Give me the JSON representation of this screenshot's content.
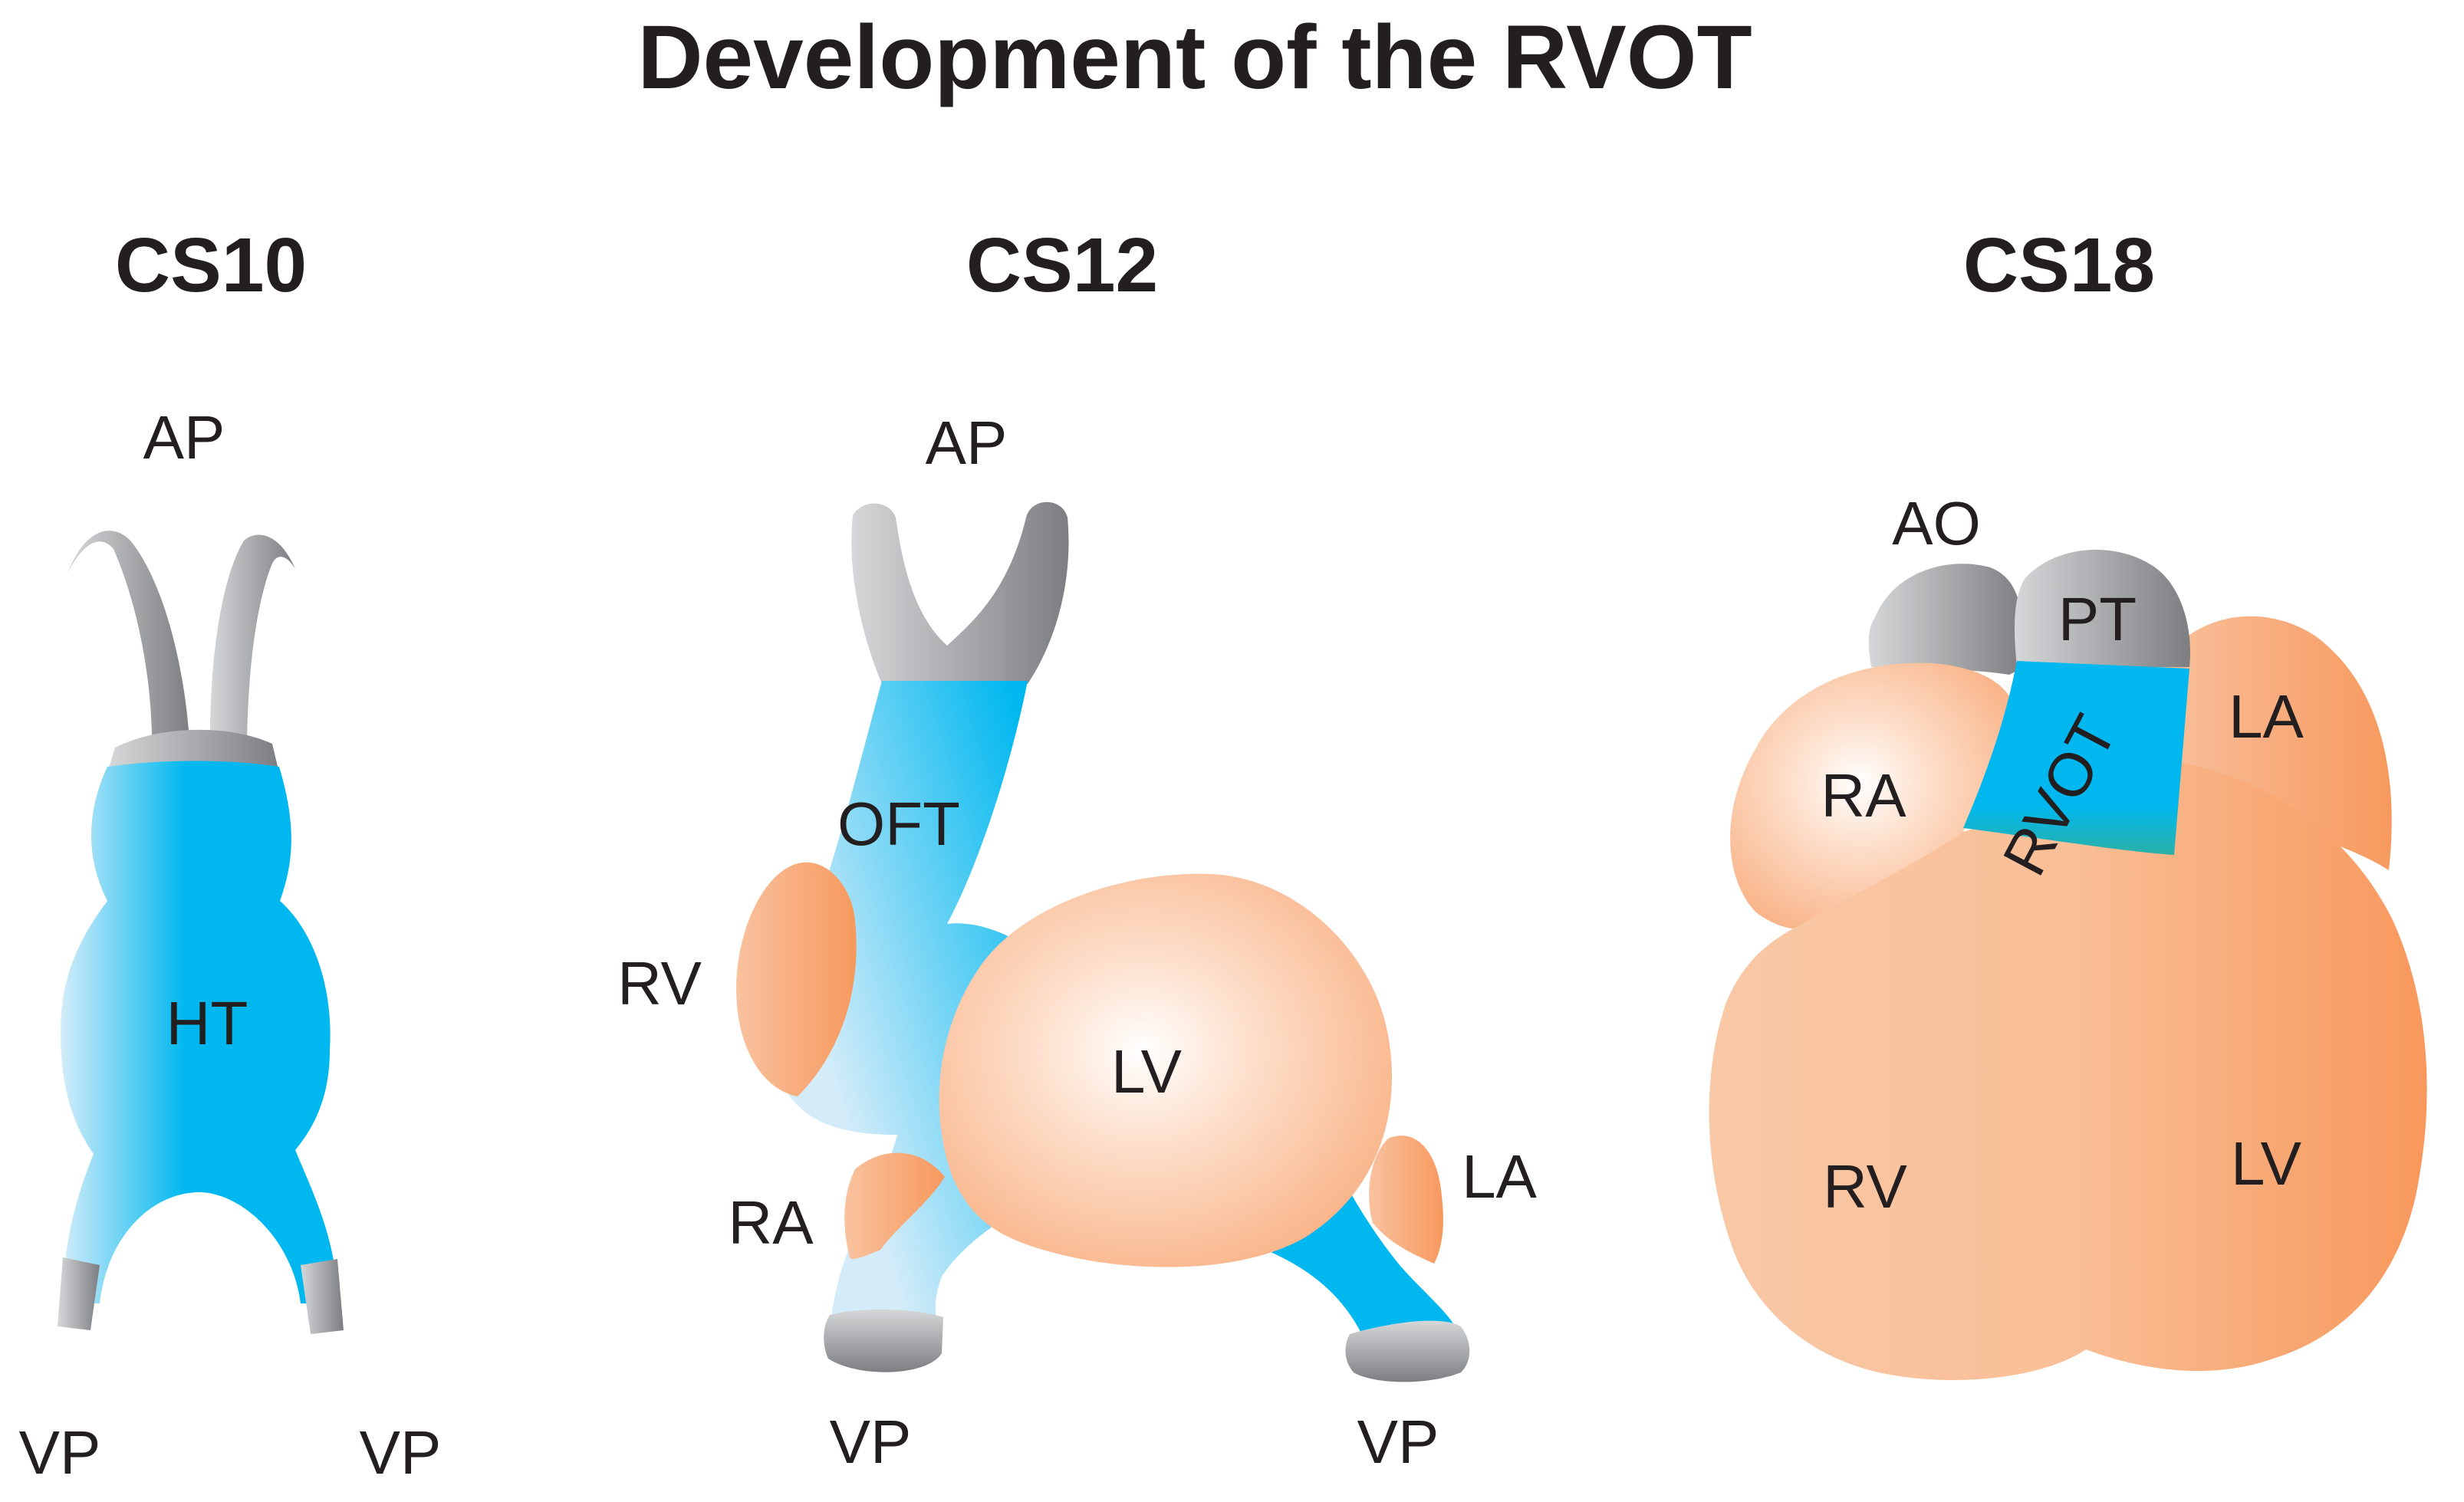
{
  "title": "Development of the RVOT",
  "colors": {
    "outflow_blue": "#00b8ef",
    "outflow_blue_light": "#d4ecf9",
    "chamber_peach": "#f9b98f",
    "chamber_peach_dark": "#f7995e",
    "vessel_gray": "#8e8f92",
    "vessel_gray_light": "#d6d7d9"
  },
  "panels": {
    "cs10": {
      "stage": "CS10",
      "labels": {
        "ap": "AP",
        "ht": "HT",
        "vp_left": "VP",
        "vp_right": "VP"
      }
    },
    "cs12": {
      "stage": "CS12",
      "labels": {
        "ap": "AP",
        "oft": "OFT",
        "rv": "RV",
        "lv": "LV",
        "ra": "RA",
        "la": "LA",
        "vp_left": "VP",
        "vp_right": "VP"
      }
    },
    "cs18": {
      "stage": "CS18",
      "labels": {
        "ao": "AO",
        "pt": "PT",
        "ra": "RA",
        "la": "LA",
        "rvot": "RVOT",
        "rv": "RV",
        "lv": "LV"
      }
    }
  }
}
